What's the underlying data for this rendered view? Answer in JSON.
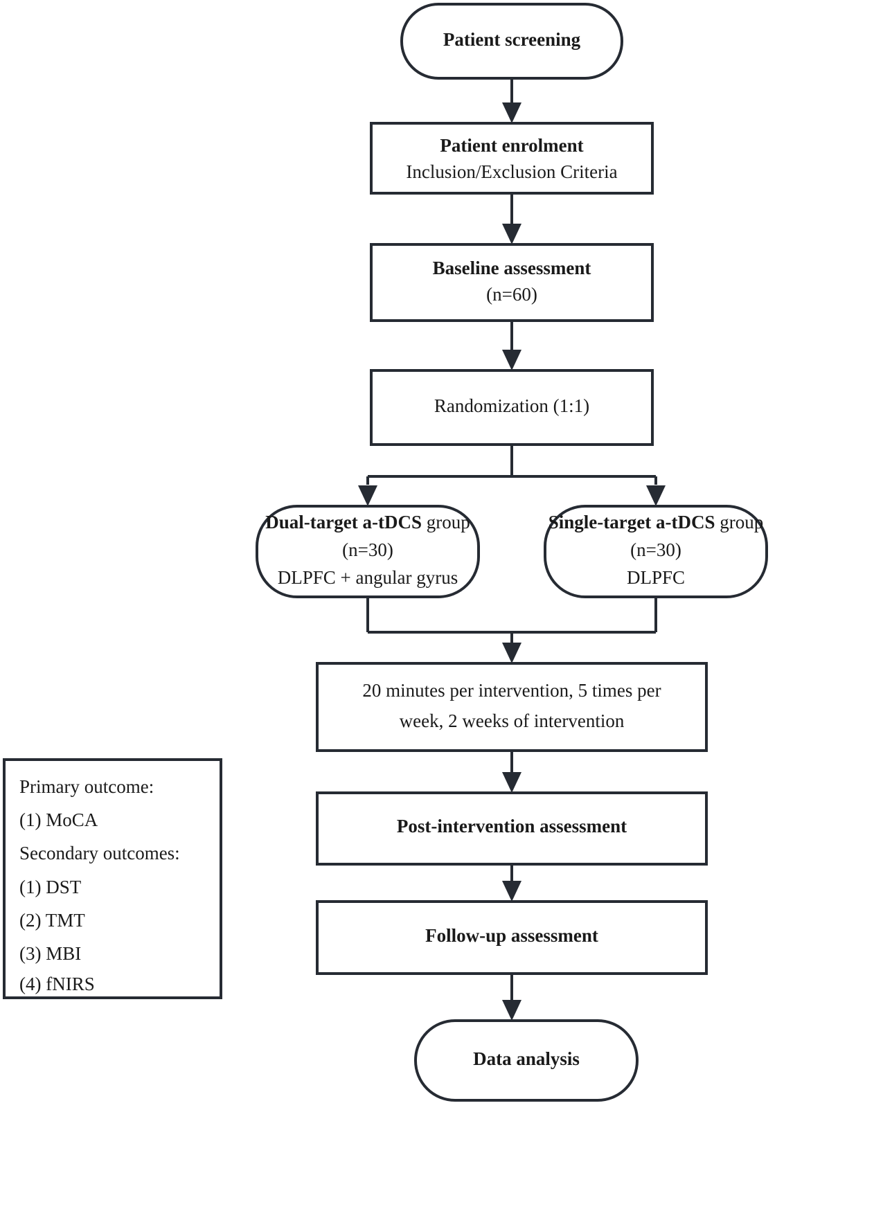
{
  "diagram": {
    "title": "CONSORT-style trial flow diagram",
    "colors": {
      "stroke": "#262b33",
      "text": "#1a1a1a",
      "background": "#ffffff"
    },
    "nodes": {
      "patient_screening": {
        "label": "Patient screening",
        "shape": "stadium"
      },
      "patient_enrolment": {
        "line1": "Patient enrolment",
        "line2": "Inclusion/Exclusion Criteria",
        "shape": "rect"
      },
      "baseline_assessment": {
        "line1": "Baseline assessment",
        "line2": "(n=60)",
        "shape": "rect"
      },
      "randomization": {
        "label": "Randomization (1:1)",
        "shape": "rect"
      },
      "dual_target_group": {
        "line1_bold": "Dual-target a-tDCS",
        "line1_regular": " group",
        "line2": "(n=30)",
        "line3": "DLPFC + angular gyrus",
        "shape": "stadium"
      },
      "single_target_group": {
        "line1_bold": "Single-target a-tDCS",
        "line1_regular": " group",
        "line2": "(n=30)",
        "line3": "DLPFC",
        "shape": "stadium"
      },
      "intervention_schedule": {
        "line1": "20 minutes per intervention, 5 times per",
        "line2": "week, 2 weeks of intervention",
        "shape": "rect"
      },
      "post_intervention_assessment": {
        "label": "Post-intervention assessment",
        "shape": "rect"
      },
      "followup_assessment": {
        "label": "Follow-up assessment",
        "shape": "rect"
      },
      "data_analysis": {
        "label": "Data analysis",
        "shape": "stadium"
      }
    },
    "legend": {
      "lines": [
        "Primary outcome:",
        "(1) MoCA",
        "Secondary outcomes:",
        "(1) DST",
        "(2) TMT",
        "(3) MBI",
        "(4) fNIRS"
      ]
    }
  }
}
